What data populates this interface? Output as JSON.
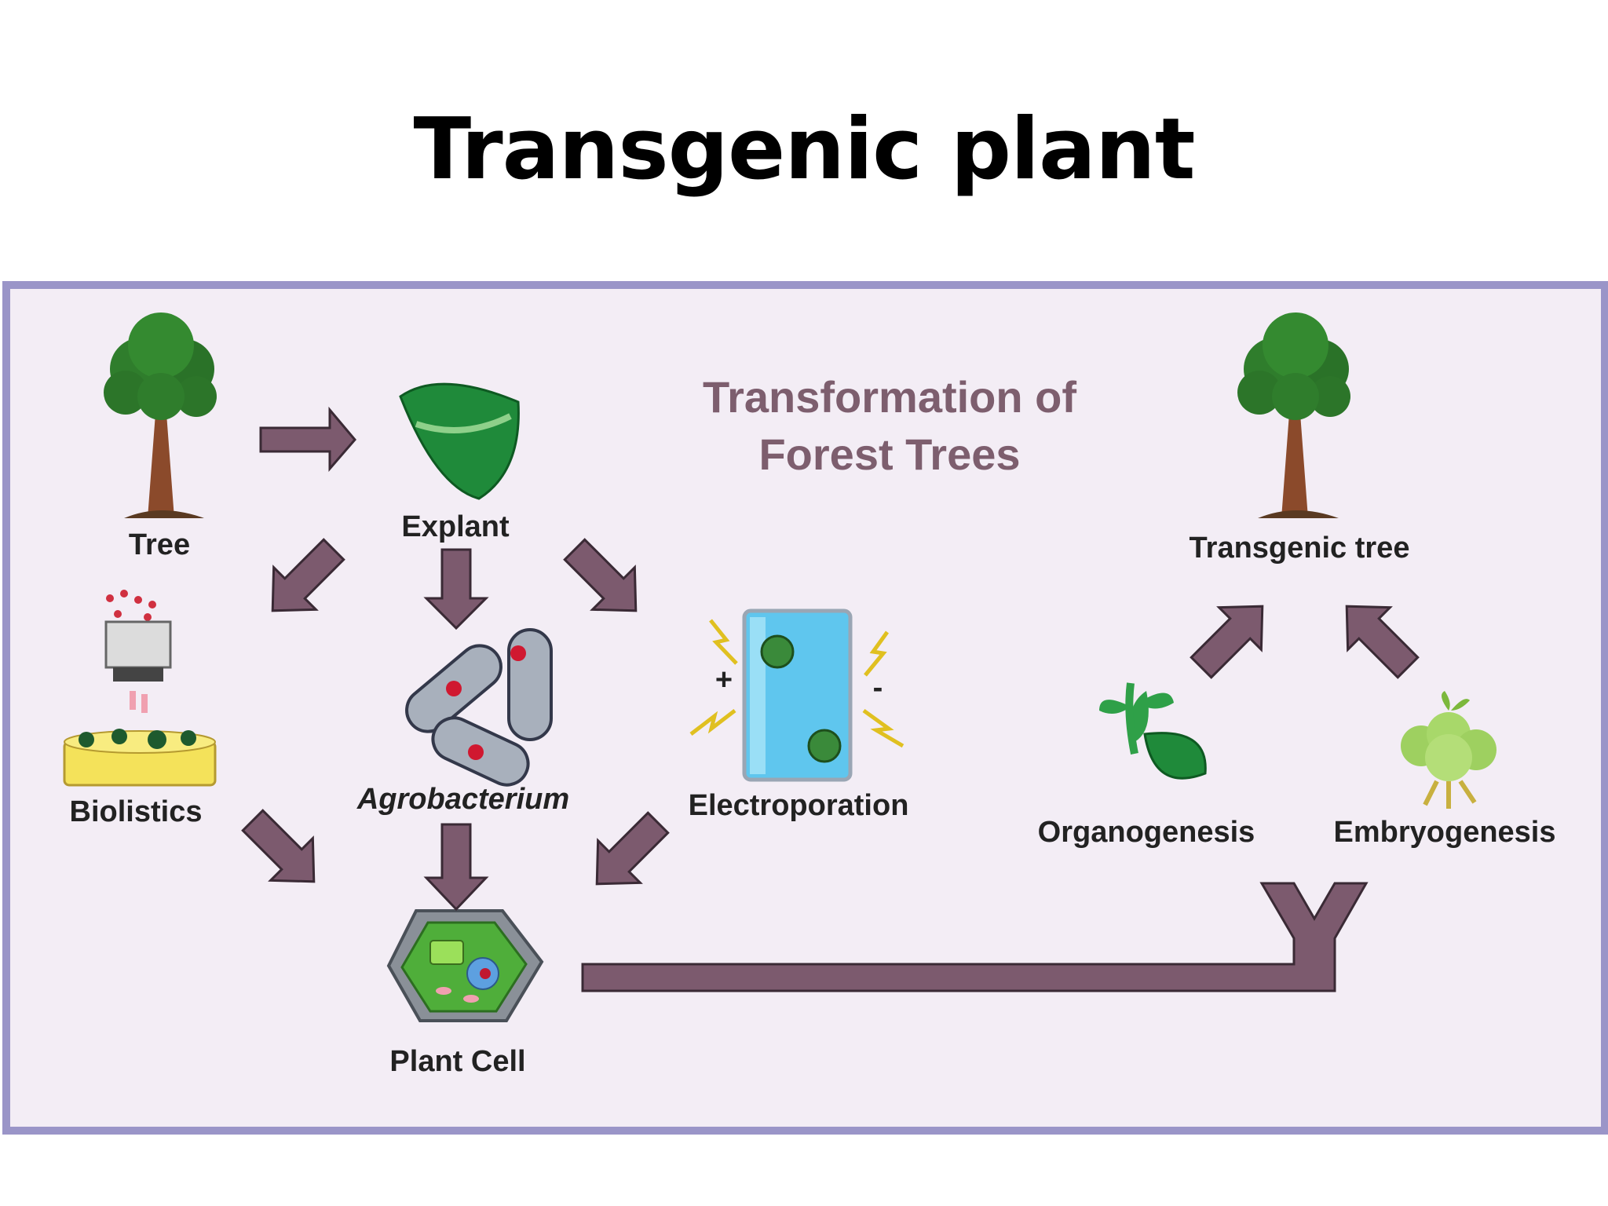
{
  "slide": {
    "title": "Transgenic plant"
  },
  "diagram": {
    "heading_line1": "Transformation of",
    "heading_line2": "Forest Trees",
    "labels": {
      "tree": "Tree",
      "explant": "Explant",
      "biolistics": "Biolistics",
      "agrobacterium": "Agrobacterium",
      "electroporation": "Electroporation",
      "plant_cell": "Plant Cell",
      "transgenic_tree": "Transgenic tree",
      "organogenesis": "Organogenesis",
      "embryogenesis": "Embryogenesis"
    },
    "symbols": {
      "plus": "+",
      "minus": "-"
    },
    "colors": {
      "arrow": "#7c5a6e",
      "panel_bg": "#f3edf5",
      "panel_border": "#9a95c8",
      "heading": "#7d5e6e"
    }
  }
}
